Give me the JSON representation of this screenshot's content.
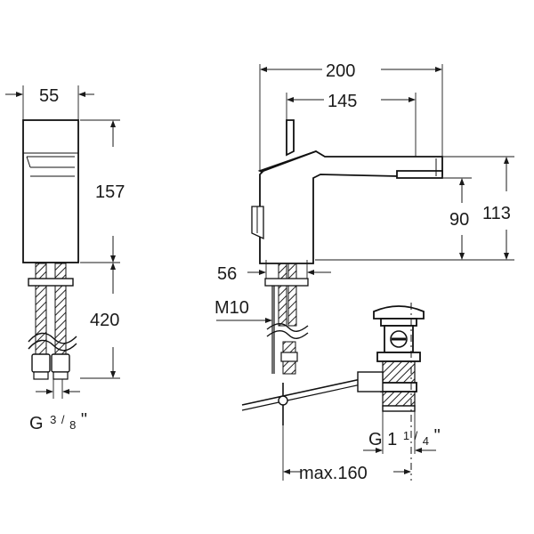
{
  "dimensions": {
    "width_side": "55",
    "height_body": "157",
    "hose_length": "420",
    "connection_side_main": "G",
    "connection_side_num": "3",
    "connection_side_den": "8",
    "connection_side_unit": "\"",
    "overall_length": "200",
    "spout_reach": "145",
    "spout_height": "90",
    "total_height": "113",
    "base_diameter": "56",
    "thread": "M10",
    "waste_main": "G 1",
    "waste_num": "1",
    "waste_den": "4",
    "waste_unit": "\"",
    "max_length": "max.160"
  },
  "colors": {
    "line": "#111111",
    "background": "#ffffff"
  }
}
